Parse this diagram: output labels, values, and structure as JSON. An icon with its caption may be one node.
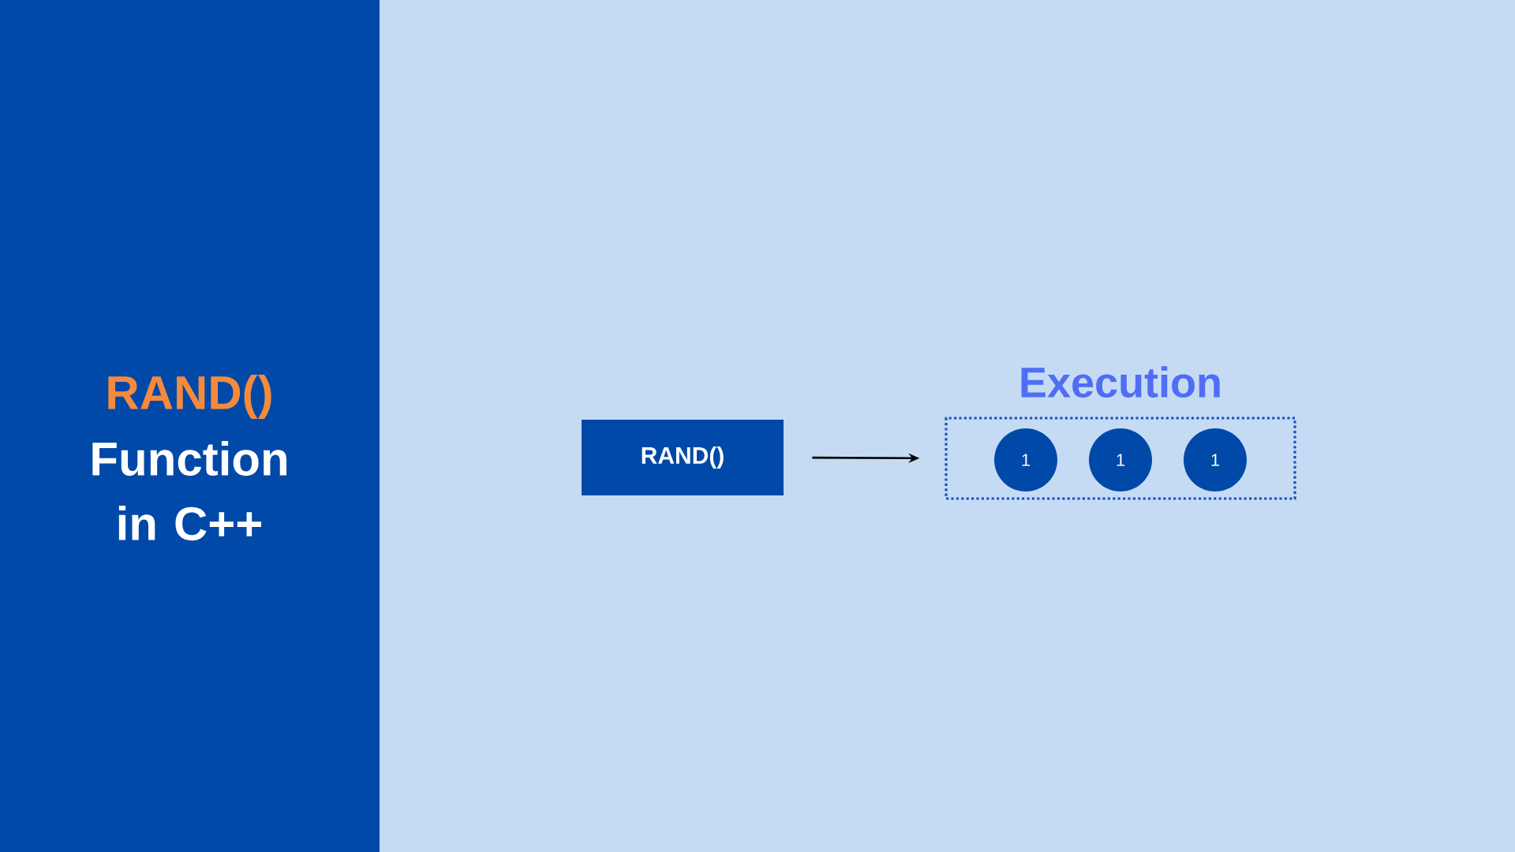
{
  "diagram": {
    "nodes": [
      {
        "text": [
          "RAND()"
        ]
      },
      {
        "text": [
          "Execution"
        ]
      },
      {
        "text": [
          "1"
        ],
        "in": 1
      },
      {
        "text": [
          "1"
        ],
        "in": 1
      },
      {
        "text": [
          "1"
        ],
        "in": 1
      }
    ],
    "edges": [
      {
        "from": 0,
        "to": 1,
        "arrow": "to"
      }
    ],
    "labels": [
      "RAND()",
      "Function in C++"
    ]
  }
}
